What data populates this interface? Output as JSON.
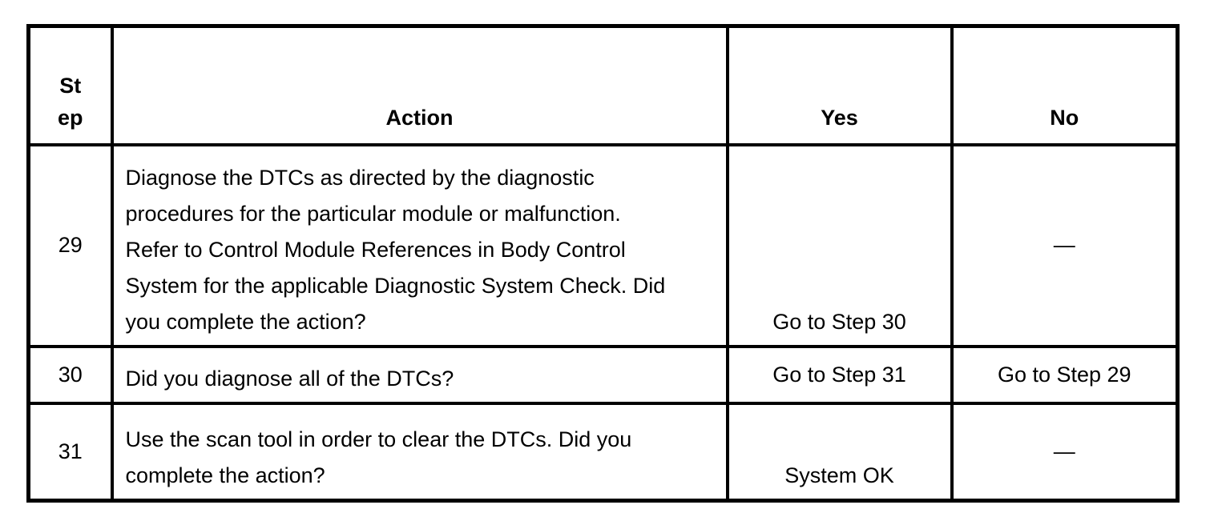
{
  "table": {
    "title": "diagnostic-step-table",
    "colors": {
      "border": "#000000",
      "text": "#000000",
      "background": "#ffffff"
    },
    "headers": {
      "step": "St\nep",
      "action": "Action",
      "yes": "Yes",
      "no": "No"
    },
    "rows": [
      {
        "step": "29",
        "action": "Diagnose the DTCs as directed by the diagnostic\nprocedures for the particular module or malfunction.\nRefer to Control Module References in Body Control\nSystem for the applicable Diagnostic System Check. Did\nyou complete the action?",
        "yes": "Go to Step 30",
        "no": "—"
      },
      {
        "step": "30",
        "action": "Did you diagnose all of the DTCs?",
        "yes": "Go to Step 31",
        "no": "Go to Step 29"
      },
      {
        "step": "31",
        "action": "Use the scan tool in order to clear the DTCs. Did you\ncomplete the action?",
        "yes": "System OK",
        "no": "—"
      }
    ]
  }
}
